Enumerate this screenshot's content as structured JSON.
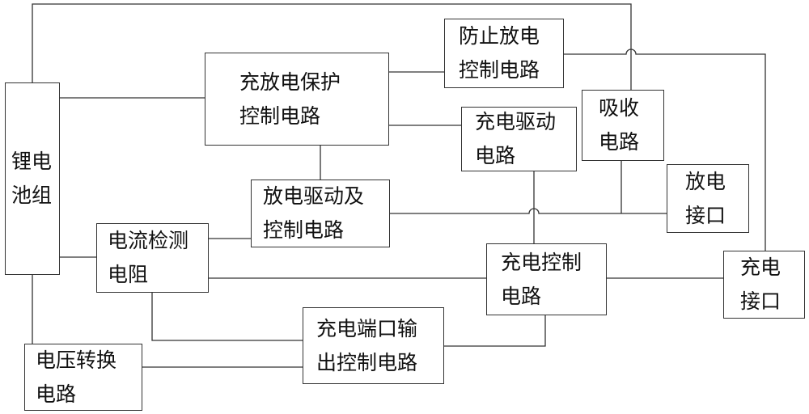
{
  "colors": {
    "line": "#333333",
    "text": "#111111",
    "background": "#ffffff"
  },
  "blocks": {
    "battery_pack": {
      "line1": "锂电",
      "line2": "池组"
    },
    "charge_discharge_protection": {
      "line1": "充放电保护",
      "line2": "控制电路"
    },
    "anti_discharge_control": {
      "line1": "防止放电",
      "line2": "控制电路"
    },
    "charge_drive": {
      "line1": "充电驱动",
      "line2": "电路"
    },
    "absorption": {
      "line1": "吸收",
      "line2": "电路"
    },
    "discharge_drive_control": {
      "line1": "放电驱动及",
      "line2": "控制电路"
    },
    "discharge_port": {
      "line1": "放电",
      "line2": "接口"
    },
    "current_sense_resistor": {
      "line1": "电流检测",
      "line2": "电阻"
    },
    "charge_control": {
      "line1": "充电控制",
      "line2": "电路"
    },
    "charge_port": {
      "line1": "充电",
      "line2": "接口"
    },
    "charge_port_output_control": {
      "line1": "充电端口输",
      "line2": "出控制电路"
    },
    "voltage_conversion": {
      "line1": "电压转换",
      "line2": "电路"
    }
  }
}
